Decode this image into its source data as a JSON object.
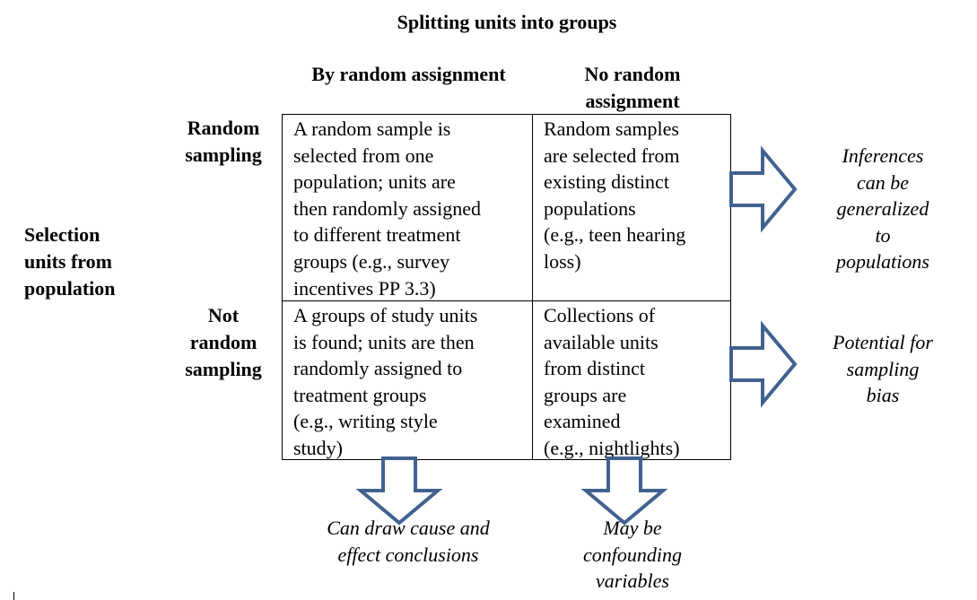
{
  "title": "Splitting units into groups",
  "columns": [
    {
      "label": "By random assignment"
    },
    {
      "label": "No random\nassignment"
    }
  ],
  "side_label": "Selection\nunits from\npopulation",
  "rows": [
    {
      "label": "Random\nsampling"
    },
    {
      "label": "Not\nrandom\nsampling"
    }
  ],
  "cells": [
    [
      "A random sample is\nselected from one\npopulation; units are\nthen randomly assigned\nto different treatment\ngroups (e.g., survey\nincentives PP 3.3)",
      "Random samples\nare selected from\nexisting distinct\npopulations\n(e.g., teen hearing\nloss)"
    ],
    [
      "A groups of study units\nis found; units are then\nrandomly assigned to\ntreatment groups\n(e.g., writing style\nstudy)",
      "Collections of\navailable units\nfrom distinct\ngroups are\nexamined\n(e.g., nightlights)"
    ]
  ],
  "row_outcomes": [
    "Inferences\ncan be\ngeneralized\nto\npopulations",
    "Potential for\nsampling\nbias"
  ],
  "column_outcomes": [
    "Can draw cause and\neffect conclusions",
    "May be\nconfounding\nvariables"
  ],
  "colors": {
    "arrow_stroke": "#41628F",
    "arrow_fill": "#FFFFFF",
    "grid_line": "#000000"
  }
}
